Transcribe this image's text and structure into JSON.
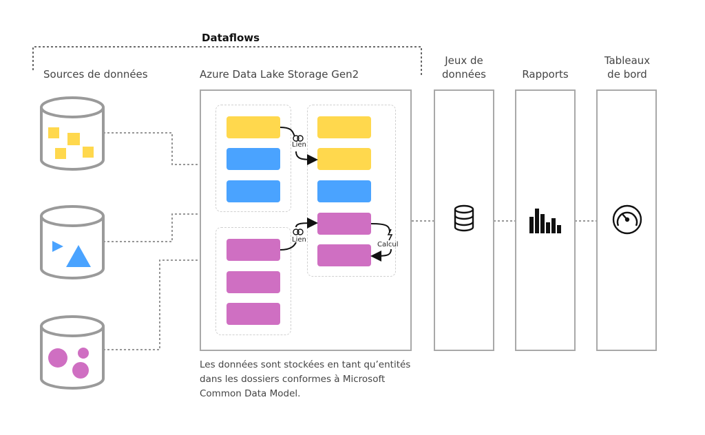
{
  "dataflows": {
    "title": "Dataflows"
  },
  "sources": {
    "label": "Sources de données"
  },
  "azure": {
    "label": "Azure Data Lake Storage Gen2"
  },
  "columns": {
    "datasets": [
      "Jeux de",
      "données"
    ],
    "reports": "Rapports",
    "dashboards": [
      "Tableaux",
      "de bord"
    ]
  },
  "links": {
    "link1": "Lien",
    "link2": "Lien",
    "compute": "Calcul"
  },
  "note": [
    "Les données sont stockées en tant qu’entités",
    "dans les dossiers conformes à Microsoft",
    "Common Data Model."
  ],
  "colors": {
    "yellow": "#FFD84D",
    "blue": "#4AA3FF",
    "pink": "#CF6FC2",
    "gray": "#a8a8a8"
  },
  "icons": [
    "database-icon",
    "bar-chart-icon",
    "dashboard-gauge-icon",
    "link-icon",
    "lightning-icon"
  ]
}
